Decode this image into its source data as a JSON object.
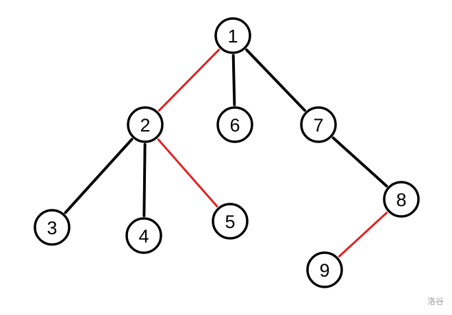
{
  "diagram": {
    "type": "tree",
    "colors": {
      "normal_edge": "#000000",
      "highlighted_edge": "#e02020",
      "node_fill": "#ffffff",
      "node_stroke": "#000000"
    },
    "nodes": [
      {
        "id": "1",
        "label": "1"
      },
      {
        "id": "2",
        "label": "2"
      },
      {
        "id": "3",
        "label": "3"
      },
      {
        "id": "4",
        "label": "4"
      },
      {
        "id": "5",
        "label": "5"
      },
      {
        "id": "6",
        "label": "6"
      },
      {
        "id": "7",
        "label": "7"
      },
      {
        "id": "8",
        "label": "8"
      },
      {
        "id": "9",
        "label": "9"
      }
    ],
    "edges": [
      {
        "from": "1",
        "to": "2",
        "highlighted": true
      },
      {
        "from": "1",
        "to": "6",
        "highlighted": false
      },
      {
        "from": "1",
        "to": "7",
        "highlighted": false
      },
      {
        "from": "2",
        "to": "3",
        "highlighted": false
      },
      {
        "from": "2",
        "to": "4",
        "highlighted": false
      },
      {
        "from": "2",
        "to": "5",
        "highlighted": true
      },
      {
        "from": "7",
        "to": "8",
        "highlighted": false
      },
      {
        "from": "8",
        "to": "9",
        "highlighted": true
      }
    ]
  },
  "watermark": "洛谷"
}
